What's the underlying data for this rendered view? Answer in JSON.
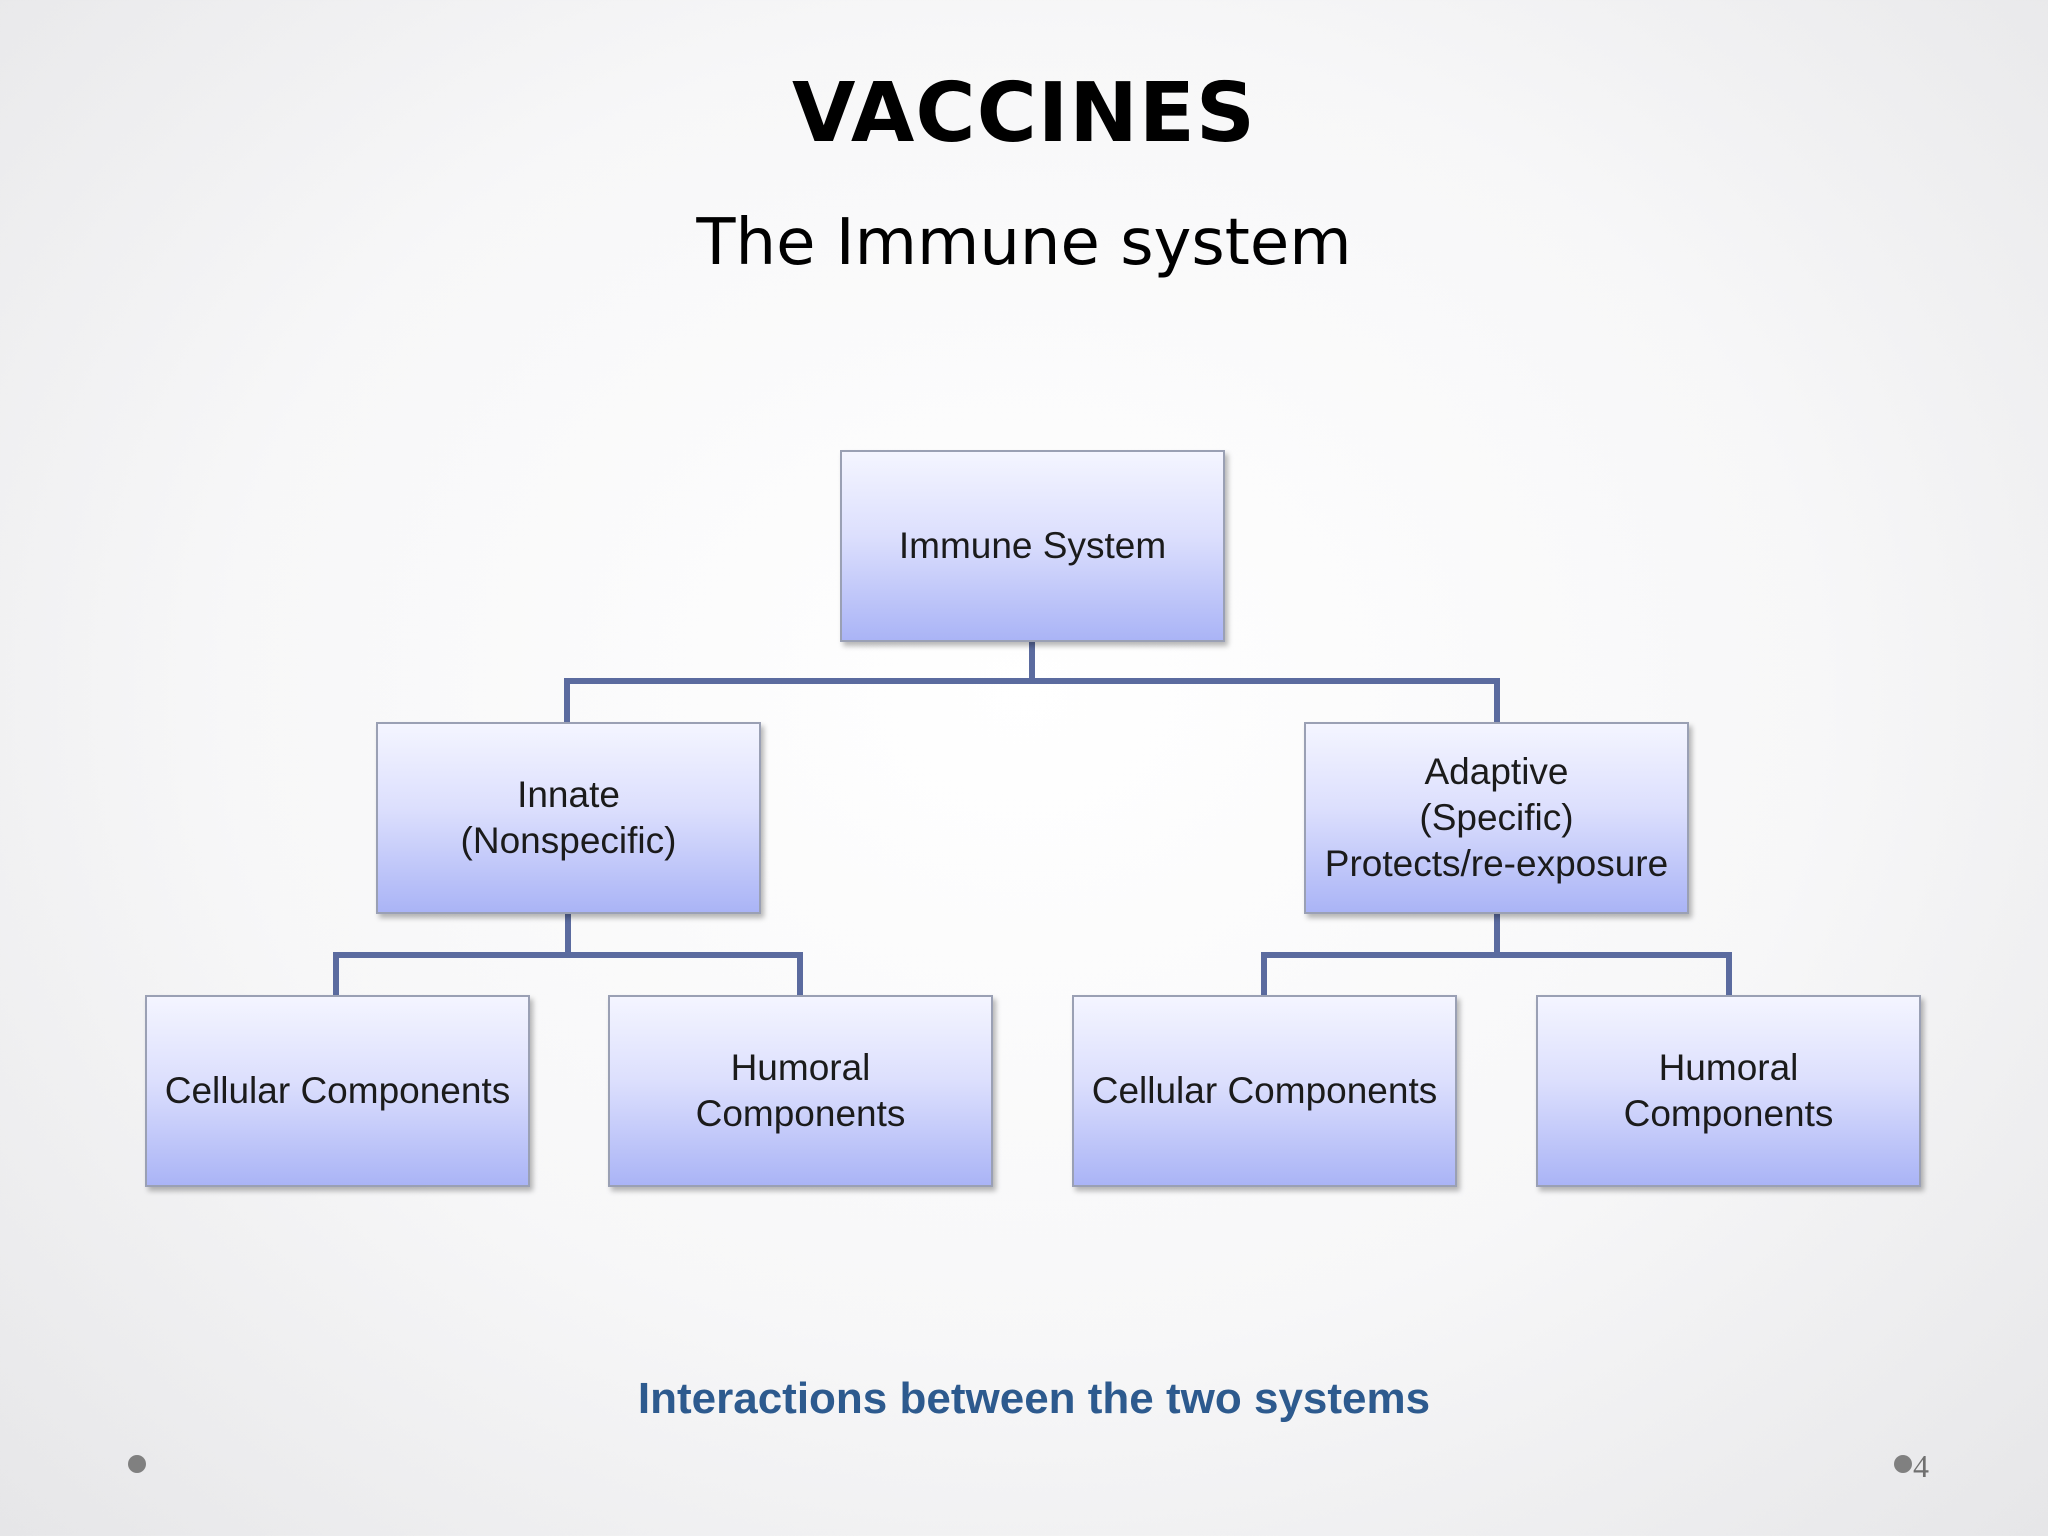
{
  "slide": {
    "title": "VACCINES",
    "subtitle": "The Immune system",
    "footer": "Interactions between the two systems",
    "page_number": "4"
  },
  "diagram": {
    "root": {
      "lines": [
        "Immune System"
      ]
    },
    "innate": {
      "lines": [
        "Innate",
        "(Nonspecific)"
      ]
    },
    "adaptive": {
      "lines": [
        "Adaptive",
        "(Specific)",
        "Protects/re-exposure"
      ]
    },
    "innate_cellular": {
      "lines": [
        "Cellular Components"
      ]
    },
    "innate_humoral": {
      "lines": [
        "Humoral",
        "Components"
      ]
    },
    "adaptive_cellular": {
      "lines": [
        "Cellular Components"
      ]
    },
    "adaptive_humoral": {
      "lines": [
        "Humoral",
        "Components"
      ]
    }
  },
  "colors": {
    "connector": "#5b6b9f",
    "footer_text": "#2d5a8e",
    "node_fill_top": "#f4f5ff",
    "node_fill_bottom": "#aab4f6"
  }
}
